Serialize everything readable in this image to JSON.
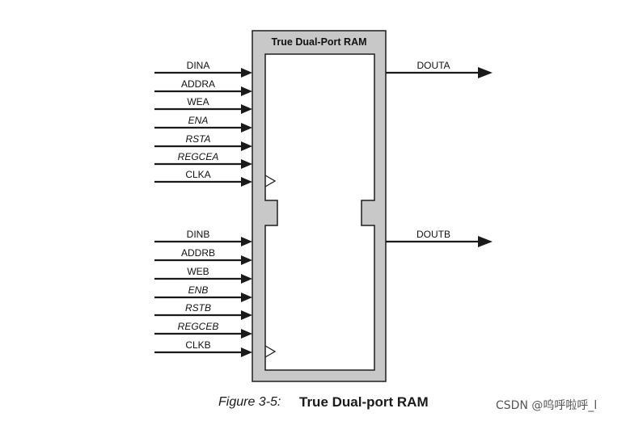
{
  "block_title": "True Dual-Port RAM",
  "inputs_a": [
    {
      "label": "DINA",
      "italic": false
    },
    {
      "label": "ADDRA",
      "italic": false
    },
    {
      "label": "WEA",
      "italic": false
    },
    {
      "label": "ENA",
      "italic": true
    },
    {
      "label": "RSTA",
      "italic": true
    },
    {
      "label": "REGCEA",
      "italic": true
    },
    {
      "label": "CLKA",
      "italic": false
    }
  ],
  "inputs_b": [
    {
      "label": "DINB",
      "italic": false
    },
    {
      "label": "ADDRB",
      "italic": false
    },
    {
      "label": "WEB",
      "italic": false
    },
    {
      "label": "ENB",
      "italic": true
    },
    {
      "label": "RSTB",
      "italic": true
    },
    {
      "label": "REGCEB",
      "italic": true
    },
    {
      "label": "CLKB",
      "italic": false
    }
  ],
  "outputs": [
    "DOUTA",
    "DOUTB"
  ],
  "caption": {
    "figure_label": "Figure 3-5:",
    "title": "True Dual-port RAM"
  },
  "watermark": "CSDN @呜呼啦呼_l",
  "colors": {
    "block_fill": "#c8c8c8",
    "block_stroke": "#1e1e1e",
    "line": "#1a1a1a"
  }
}
